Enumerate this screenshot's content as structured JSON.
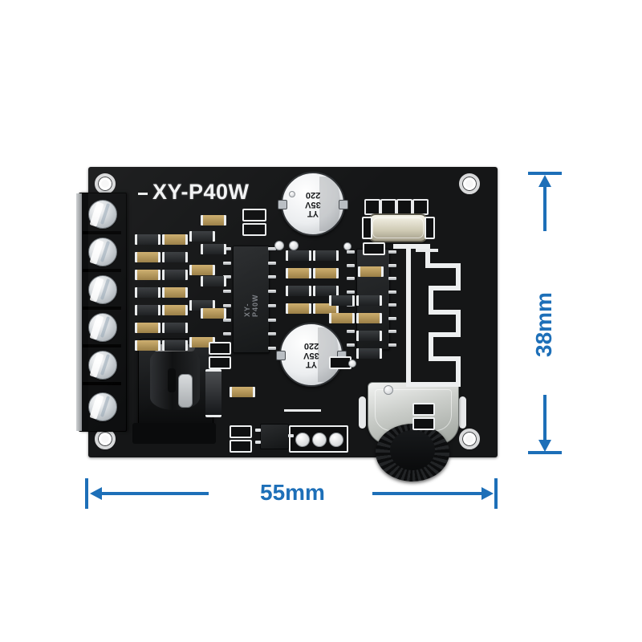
{
  "image": {
    "subject": "XY-P40W bluetooth amplifier board product photo with dimension callouts",
    "background_color": "#ffffff"
  },
  "board": {
    "silkscreen_title": "XY-P40W",
    "pcb_color": "#151617",
    "mounting_holes": 4,
    "main_ic_label": "XY-P40W",
    "secondary_ic_label": "",
    "capacitors": [
      {
        "name": "electrolytic-capacitor-top",
        "value": "220",
        "voltage": "35V",
        "brand": "YT"
      },
      {
        "name": "electrolytic-capacitor-bottom",
        "value": "220",
        "voltage": "35V",
        "brand": "YT"
      }
    ],
    "terminal_block": {
      "screw_count": 6,
      "color": "#0d0e0f"
    },
    "connectors": {
      "dc_jack": "dc-barrel-jack",
      "header_pins": 3
    },
    "potentiometer": "volume-potentiometer",
    "crystal": "crystal-oscillator",
    "antenna": "pcb-trace-antenna"
  },
  "dimensions": {
    "accent_color": "#1d6fb8",
    "width": {
      "label": "55mm",
      "orientation": "horizontal"
    },
    "height": {
      "label": "38mm",
      "orientation": "vertical"
    }
  }
}
